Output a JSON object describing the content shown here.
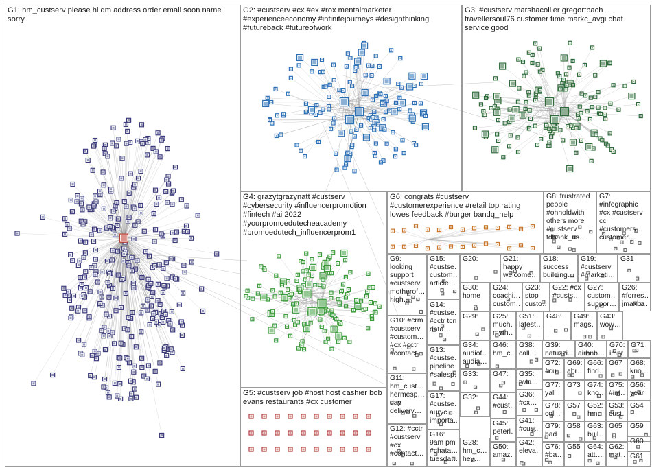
{
  "graph": {
    "background_color": "#ffffff",
    "border_color": "#9a9a9a",
    "edge_color": "#8c8c8c",
    "groups": [
      {
        "id": "G1",
        "label": "G1: hm_custserv please hi dm address order email soon name sorry",
        "node_color": "#3b3b7a",
        "cluster": "ellipse"
      },
      {
        "id": "G2",
        "label": "G2: #custserv #cx #ex #rox mentalmarketer #experienceeconomy #infinitejourneys #designthinking #futureback #futureofwork",
        "node_color": "#2c6fb5",
        "cluster": "radial"
      },
      {
        "id": "G3",
        "label": "G3: #custserv marshacollier gregortbach travellersoul76 customer time markc_avgi chat service good",
        "node_color": "#2f6b3a",
        "cluster": "radial"
      },
      {
        "id": "G4",
        "label": "G4: grazytgrazynatt #custserv #cybersecurity #influencerpromotion #fintech #ai 2022 #yourpromoedutecheacademy #promoedutech_influencerprom1",
        "node_color": "#3c9a3c",
        "cluster": "radial"
      },
      {
        "id": "G5",
        "label": "G5: #custserv job #host host cashier bob evans restaurants #cx customer",
        "node_color": "#b23a3a",
        "cluster": "grid"
      },
      {
        "id": "G6",
        "label": "G6: congrats #custserv #customerexperience #retail top rating lowes feedback #burger bandq_help",
        "node_color": "#c8782c",
        "cluster": "fan"
      },
      {
        "id": "G7",
        "label": "G7: #infographic #cx #custserv cc #customers… customer…",
        "node_color": "#6b6b6b",
        "cluster": "small"
      },
      {
        "id": "G8",
        "label": "G8: frustrated people #ohholdwith others more #custserv tdbank_us…",
        "node_color": "#6b6b6b",
        "cluster": "small"
      },
      {
        "id": "G9",
        "label": "G9: looking support #custserv motherof… high…",
        "node_color": "#6b6b6b",
        "cluster": "small"
      },
      {
        "id": "G10",
        "label": "G10: #crm #custserv #custom… #cx #cctr #contact…",
        "node_color": "#6b6b6b",
        "cluster": "small"
      },
      {
        "id": "G11",
        "label": "G11: hm_cust… hermesp… day delivery…",
        "node_color": "#6b6b6b",
        "cluster": "small"
      },
      {
        "id": "G12",
        "label": "G12: #cctr #custserv #cx #contact…",
        "node_color": "#6b6b6b",
        "cluster": "small"
      },
      {
        "id": "G13",
        "label": "G13: #custse… pipeline #salesp…",
        "node_color": "#6b6b6b",
        "cluster": "small"
      },
      {
        "id": "G14",
        "label": "G14: #custse… #cctr tcn data…",
        "node_color": "#6b6b6b",
        "cluster": "small"
      },
      {
        "id": "G15",
        "label": "G15: #custse… custom… article…",
        "node_color": "#6b6b6b",
        "cluster": "small"
      },
      {
        "id": "G16",
        "label": "G16: 9am pm #chata… tuesda…",
        "node_color": "#6b6b6b",
        "cluster": "small"
      },
      {
        "id": "G17",
        "label": "G17: #custse… auryc… importa…",
        "node_color": "#6b6b6b",
        "cluster": "small"
      },
      {
        "id": "G18",
        "label": "G18: success building…",
        "node_color": "#6b6b6b",
        "cluster": "small"
      },
      {
        "id": "G19",
        "label": "G19: #custserv #marketi…",
        "node_color": "#6b6b6b",
        "cluster": "small"
      },
      {
        "id": "G20",
        "label": "G20:",
        "node_color": "#6b6b6b",
        "cluster": "small"
      },
      {
        "id": "G21",
        "label": "G21: happy welcome…",
        "node_color": "#6b6b6b",
        "cluster": "small"
      },
      {
        "id": "G22",
        "label": "G22: #cx #custs…",
        "node_color": "#6b6b6b",
        "cluster": "small"
      },
      {
        "id": "G23",
        "label": "G23: stop custo…",
        "node_color": "#6b6b6b",
        "cluster": "small"
      },
      {
        "id": "G24",
        "label": "G24: coachi… custom…",
        "node_color": "#6b6b6b",
        "cluster": "small"
      },
      {
        "id": "G25",
        "label": "G25: much… myth…",
        "node_color": "#6b6b6b",
        "cluster": "small"
      },
      {
        "id": "G26",
        "label": "G26: #forres… jmaxba…",
        "node_color": "#6b6b6b",
        "cluster": "small"
      },
      {
        "id": "G27",
        "label": "G27: custom… suppor…",
        "node_color": "#6b6b6b",
        "cluster": "small"
      },
      {
        "id": "G28",
        "label": "G28: hm_c… hey…",
        "node_color": "#6b6b6b",
        "cluster": "small"
      },
      {
        "id": "G29",
        "label": "G29:",
        "node_color": "#6b6b6b",
        "cluster": "small"
      },
      {
        "id": "G30",
        "label": "G30: home",
        "node_color": "#6b6b6b",
        "cluster": "small"
      },
      {
        "id": "G31",
        "label": "G31",
        "node_color": "#6b6b6b",
        "cluster": "small"
      },
      {
        "id": "G32",
        "label": "G32:",
        "node_color": "#6b6b6b",
        "cluster": "small"
      },
      {
        "id": "G33",
        "label": "G33:",
        "node_color": "#6b6b6b",
        "cluster": "small"
      },
      {
        "id": "G34",
        "label": "G34: audiof… audia…",
        "node_color": "#6b6b6b",
        "cluster": "small"
      },
      {
        "id": "G35",
        "label": "G35: twtr…",
        "node_color": "#6b6b6b",
        "cluster": "small"
      },
      {
        "id": "G36",
        "label": "G36: #cx…",
        "node_color": "#6b6b6b",
        "cluster": "small"
      },
      {
        "id": "G38",
        "label": "G38: call…",
        "node_color": "#6b6b6b",
        "cluster": "small"
      },
      {
        "id": "G39",
        "label": "G39: natuzzi…",
        "node_color": "#6b6b6b",
        "cluster": "small"
      },
      {
        "id": "G40",
        "label": "G40: airbnb…",
        "node_color": "#6b6b6b",
        "cluster": "small"
      },
      {
        "id": "G41",
        "label": "G41: #cust…",
        "node_color": "#6b6b6b",
        "cluster": "small"
      },
      {
        "id": "G42",
        "label": "G42: eleva…",
        "node_color": "#6b6b6b",
        "cluster": "small"
      },
      {
        "id": "G43",
        "label": "G43: wow…",
        "node_color": "#6b6b6b",
        "cluster": "small"
      },
      {
        "id": "G44",
        "label": "G44: #cust…",
        "node_color": "#6b6b6b",
        "cluster": "small"
      },
      {
        "id": "G45",
        "label": "G45: peterl…",
        "node_color": "#6b6b6b",
        "cluster": "small"
      },
      {
        "id": "G46",
        "label": "G46: hm_c…",
        "node_color": "#6b6b6b",
        "cluster": "small"
      },
      {
        "id": "G47",
        "label": "G47:",
        "node_color": "#6b6b6b",
        "cluster": "small"
      },
      {
        "id": "G48",
        "label": "G48:",
        "node_color": "#6b6b6b",
        "cluster": "small"
      },
      {
        "id": "G49",
        "label": "G49: mags…",
        "node_color": "#6b6b6b",
        "cluster": "small"
      },
      {
        "id": "G50",
        "label": "G50: amaz…",
        "node_color": "#6b6b6b",
        "cluster": "small"
      },
      {
        "id": "G51",
        "label": "G51: latest…",
        "node_color": "#6b6b6b",
        "cluster": "small"
      },
      {
        "id": "G52",
        "label": "G52: hm…",
        "node_color": "#6b6b6b",
        "cluster": "small"
      },
      {
        "id": "G53",
        "label": "G53: cust…",
        "node_color": "#6b6b6b",
        "cluster": "small"
      },
      {
        "id": "G54",
        "label": "G54",
        "node_color": "#6b6b6b",
        "cluster": "small"
      },
      {
        "id": "G55",
        "label": "G55",
        "node_color": "#6b6b6b",
        "cluster": "small"
      },
      {
        "id": "G56",
        "label": "G56: year",
        "node_color": "#6b6b6b",
        "cluster": "small"
      },
      {
        "id": "G57",
        "label": "G57",
        "node_color": "#6b6b6b",
        "cluster": "small"
      },
      {
        "id": "G58",
        "label": "G58",
        "node_color": "#6b6b6b",
        "cluster": "small"
      },
      {
        "id": "G59",
        "label": "G59",
        "node_color": "#6b6b6b",
        "cluster": "small"
      },
      {
        "id": "G60",
        "label": "G60",
        "node_color": "#6b6b6b",
        "cluster": "small"
      },
      {
        "id": "G61",
        "label": "G61",
        "node_color": "#6b6b6b",
        "cluster": "small"
      },
      {
        "id": "G62",
        "label": "G62: mat…",
        "node_color": "#6b6b6b",
        "cluster": "small"
      },
      {
        "id": "G63",
        "label": "G63: buil…",
        "node_color": "#6b6b6b",
        "cluster": "small"
      },
      {
        "id": "G64",
        "label": "G64: att…",
        "node_color": "#6b6b6b",
        "cluster": "small"
      },
      {
        "id": "G65",
        "label": "G65",
        "node_color": "#6b6b6b",
        "cluster": "small"
      },
      {
        "id": "G66",
        "label": "G66: find…",
        "node_color": "#6b6b6b",
        "cluster": "small"
      },
      {
        "id": "G67",
        "label": "G67",
        "node_color": "#6b6b6b",
        "cluster": "small"
      },
      {
        "id": "G68",
        "label": "G68: kno…",
        "node_color": "#6b6b6b",
        "cluster": "small"
      },
      {
        "id": "G69",
        "label": "G69: abr…",
        "node_color": "#6b6b6b",
        "cluster": "small"
      },
      {
        "id": "G70",
        "label": "G70: impr…",
        "node_color": "#6b6b6b",
        "cluster": "small"
      },
      {
        "id": "G71",
        "label": "G71",
        "node_color": "#6b6b6b",
        "cluster": "small"
      },
      {
        "id": "G72",
        "label": "G72: #cu…",
        "node_color": "#6b6b6b",
        "cluster": "small"
      },
      {
        "id": "G73",
        "label": "G73",
        "node_color": "#6b6b6b",
        "cluster": "small"
      },
      {
        "id": "G74",
        "label": "G74: kno…",
        "node_color": "#6b6b6b",
        "cluster": "small"
      },
      {
        "id": "G75",
        "label": "G75: #int…",
        "node_color": "#6b6b6b",
        "cluster": "small"
      },
      {
        "id": "G76",
        "label": "G76: #ba…",
        "node_color": "#6b6b6b",
        "cluster": "small"
      },
      {
        "id": "G77",
        "label": "G77: yall",
        "node_color": "#6b6b6b",
        "cluster": "small"
      },
      {
        "id": "G78",
        "label": "G78: coll…",
        "node_color": "#6b6b6b",
        "cluster": "small"
      },
      {
        "id": "G79",
        "label": "G79: bad",
        "node_color": "#6b6b6b",
        "cluster": "small"
      }
    ]
  }
}
